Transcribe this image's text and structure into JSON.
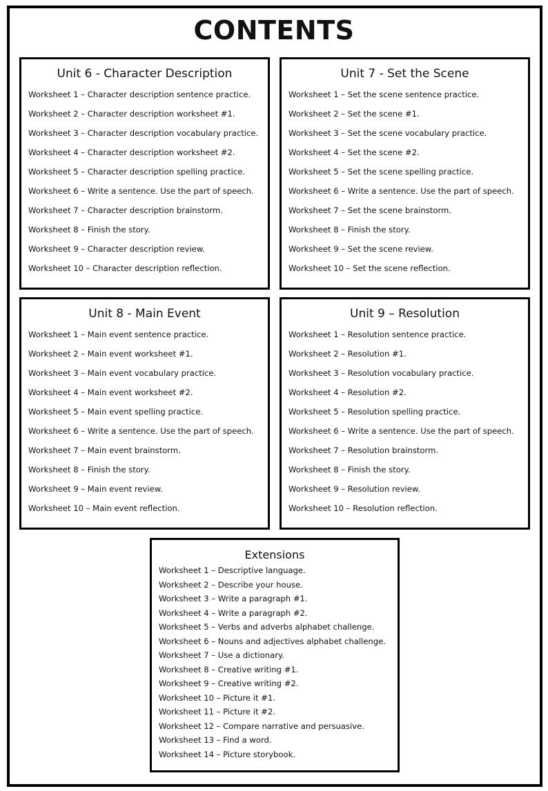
{
  "title": "CONTENTS",
  "units": [
    {
      "heading": "Unit 6 - Character Description",
      "items": [
        "Worksheet 1 – Character description sentence practice.",
        "Worksheet 2 – Character description worksheet #1.",
        "Worksheet 3 – Character description vocabulary practice.",
        "Worksheet 4 – Character description worksheet #2.",
        "Worksheet 5 – Character description spelling practice.",
        "Worksheet 6 – Write a sentence. Use the part of speech.",
        "Worksheet 7 – Character description brainstorm.",
        "Worksheet 8 – Finish the story.",
        "Worksheet 9 – Character description review.",
        "Worksheet 10 – Character description reflection."
      ]
    },
    {
      "heading": "Unit 7 - Set the Scene",
      "items": [
        "Worksheet 1 – Set the scene sentence practice.",
        "Worksheet 2 – Set the scene #1.",
        "Worksheet 3 – Set the scene vocabulary practice.",
        "Worksheet 4 – Set the scene #2.",
        "Worksheet 5 – Set the scene spelling practice.",
        "Worksheet 6 – Write a sentence. Use the part of speech.",
        "Worksheet 7 – Set the scene brainstorm.",
        "Worksheet 8 – Finish the story.",
        "Worksheet 9 – Set the scene review.",
        "Worksheet 10 – Set the scene reflection."
      ]
    },
    {
      "heading": "Unit 8 - Main Event",
      "items": [
        "Worksheet 1 – Main event sentence practice.",
        "Worksheet 2 – Main event worksheet #1.",
        "Worksheet 3 – Main event vocabulary practice.",
        "Worksheet 4 – Main event worksheet #2.",
        "Worksheet 5 – Main event spelling practice.",
        "Worksheet 6 – Write a sentence. Use the part of speech.",
        "Worksheet 7 – Main event brainstorm.",
        "Worksheet 8 – Finish the story.",
        "Worksheet 9 – Main event review.",
        "Worksheet 10 – Main event reflection."
      ]
    },
    {
      "heading": "Unit 9 – Resolution",
      "items": [
        "Worksheet 1 – Resolution sentence practice.",
        "Worksheet 2 – Resolution #1.",
        "Worksheet 3 – Resolution vocabulary practice.",
        "Worksheet 4 – Resolution #2.",
        "Worksheet 5 – Resolution spelling practice.",
        "Worksheet 6 – Write a sentence. Use the part of speech.",
        "Worksheet 7 – Resolution brainstorm.",
        "Worksheet 8 – Finish the story.",
        "Worksheet 9 – Resolution review.",
        "Worksheet 10 – Resolution reflection."
      ]
    }
  ],
  "extensions": {
    "heading": "Extensions",
    "items": [
      "Worksheet 1 – Descriptive language.",
      "Worksheet 2 – Describe your house.",
      "Worksheet 3 – Write a paragraph #1.",
      "Worksheet 4 – Write a paragraph #2.",
      "Worksheet 5 – Verbs and adverbs alphabet challenge.",
      "Worksheet 6 – Nouns and adjectives alphabet challenge.",
      "Worksheet 7 – Use a dictionary.",
      "Worksheet 8 – Creative writing #1.",
      "Worksheet 9 – Creative writing #2.",
      "Worksheet 10 – Picture it #1.",
      "Worksheet 11 – Picture it #2.",
      "Worksheet 12 – Compare narrative and persuasive.",
      "Worksheet 13 – Find a word.",
      "Worksheet 14 – Picture storybook."
    ]
  }
}
